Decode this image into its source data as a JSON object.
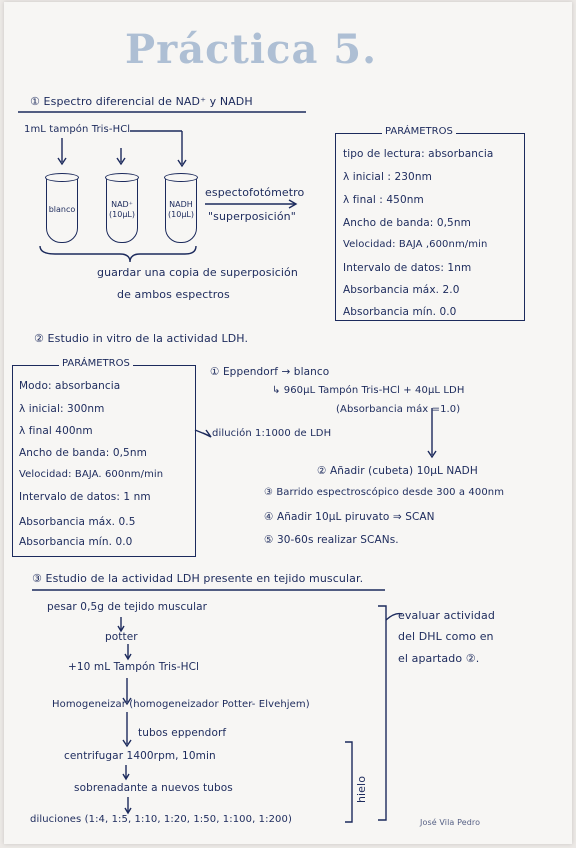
{
  "title": "Práctica 5.",
  "section1": {
    "heading": "① Espectro diferencial de NAD⁺ y NADH",
    "buffer_label": "1mL tampón Tris-HCl",
    "tubes": [
      {
        "label": "blanco"
      },
      {
        "label": "NAD⁺ (10µL)"
      },
      {
        "label": "NADH (10µL)"
      }
    ],
    "spectro_label": "espectofotómetro",
    "superposition_label": "\"superposición\"",
    "note_line1": "guardar una copia de superposición",
    "note_line2": "de ambos espectros",
    "params_title": "PARÁMETROS",
    "params": [
      "tipo de lectura: absorbancia",
      "λ inicial : 230nm",
      "λ final : 450nm",
      "Ancho de banda: 0,5nm",
      "Velocidad: BAJA ,600nm/min",
      "Intervalo de datos: 1nm",
      "Absorbancia máx. 2.0",
      "Absorbancia mín. 0.0"
    ]
  },
  "section2": {
    "heading": "② Estudio in vitro de la actividad LDH.",
    "params_title": "PARÁMETROS",
    "params": [
      "Modo: absorbancia",
      "λ inicial: 300nm",
      "λ final 400nm",
      "Ancho de banda: 0,5nm",
      "Velocidad: BAJA. 600nm/min",
      "Intervalo de datos: 1 nm",
      "Absorbancia máx. 0.5",
      "Absorbancia mín. 0.0"
    ],
    "dilution": "dilución 1:1000 de LDH",
    "steps": [
      "① Eppendorf → blanco",
      "↳ 960µL Tampón Tris-HCl + 40µL LDH",
      "(Absorbancia máx =1.0)",
      "② Añadir (cubeta) 10µL NADH",
      "③ Barrido espectroscópico desde 300 a 400nm",
      "④ Añadir 10µL piruvato ⇒ SCAN",
      "⑤ 30-60s realizar SCANs."
    ]
  },
  "section3": {
    "heading": "③ Estudio de la actividad LDH presente en tejido muscular.",
    "steps": [
      "pesar 0,5g de tejido muscular",
      "potter",
      "+10 mL Tampón Tris-HCl",
      "Homogeneizar (homogeneizador Potter- Elvehjem)",
      "tubos eppendorf",
      "centrifugar 1400rpm, 10min",
      "sobrenadante a nuevos tubos",
      "diluciones (1:4, 1:5, 1:10, 1:20, 1:50, 1:100, 1:200)"
    ],
    "side_note": [
      "evaluar actividad",
      "del DHL como en",
      "el apartado ②."
    ],
    "ice_label": "hielo"
  },
  "signature": "José Vila Pedro"
}
